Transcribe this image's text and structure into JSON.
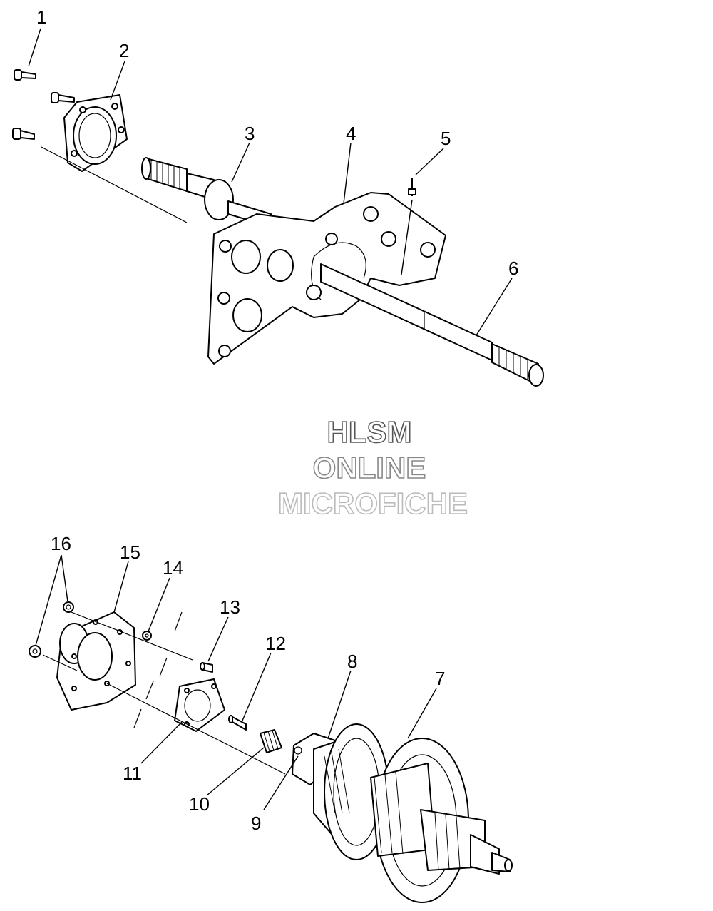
{
  "watermark": {
    "line1": "HLSM",
    "line2": "ONLINE",
    "line3": "MICROFICHE",
    "colors": [
      "#555555",
      "#888888",
      "#bbbbbb"
    ]
  },
  "callouts": [
    {
      "id": "1",
      "label": "1"
    },
    {
      "id": "2",
      "label": "2"
    },
    {
      "id": "3",
      "label": "3"
    },
    {
      "id": "4",
      "label": "4"
    },
    {
      "id": "5",
      "label": "5"
    },
    {
      "id": "6",
      "label": "6"
    },
    {
      "id": "7",
      "label": "7"
    },
    {
      "id": "8",
      "label": "8"
    },
    {
      "id": "9",
      "label": "9"
    },
    {
      "id": "10",
      "label": "10"
    },
    {
      "id": "11",
      "label": "11"
    },
    {
      "id": "12",
      "label": "12"
    },
    {
      "id": "13",
      "label": "13"
    },
    {
      "id": "14",
      "label": "14"
    },
    {
      "id": "15",
      "label": "15"
    },
    {
      "id": "16",
      "label": "16"
    }
  ]
}
